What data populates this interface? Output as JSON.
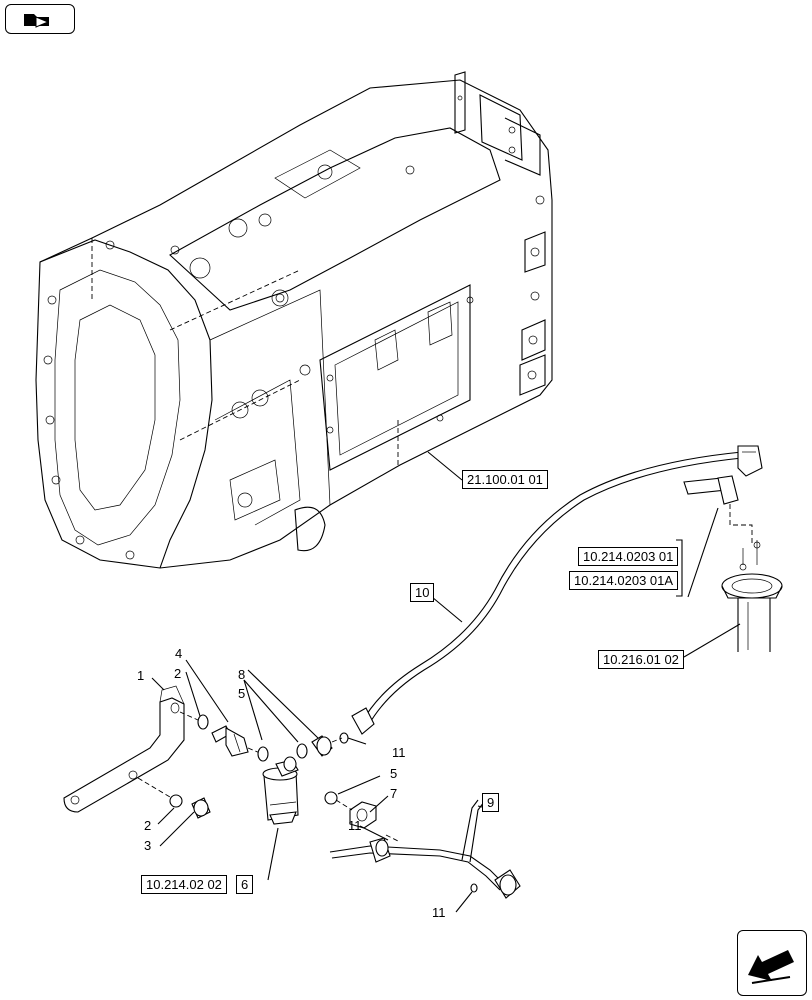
{
  "callouts": {
    "c1": "1",
    "c2a": "2",
    "c2b": "2",
    "c3": "3",
    "c4": "4",
    "c5a": "5",
    "c5b": "5",
    "c7": "7",
    "c8": "8",
    "c11a": "11",
    "c11b": "11",
    "c11c": "11"
  },
  "refs": {
    "r_21_100": "21.100.01 01",
    "r_10": "10",
    "r_10_214_0203_01": "10.214.0203 01",
    "r_10_214_0203_01a": "10.214.0203 01A",
    "r_10_216": "10.216.01 02",
    "r_9": "9",
    "r_10_214_02": "10.214.02 02",
    "r_6": "6"
  },
  "nav": {
    "top_icon": "folder-arrow-icon",
    "bottom_icon": "next-page-arrow-icon"
  }
}
